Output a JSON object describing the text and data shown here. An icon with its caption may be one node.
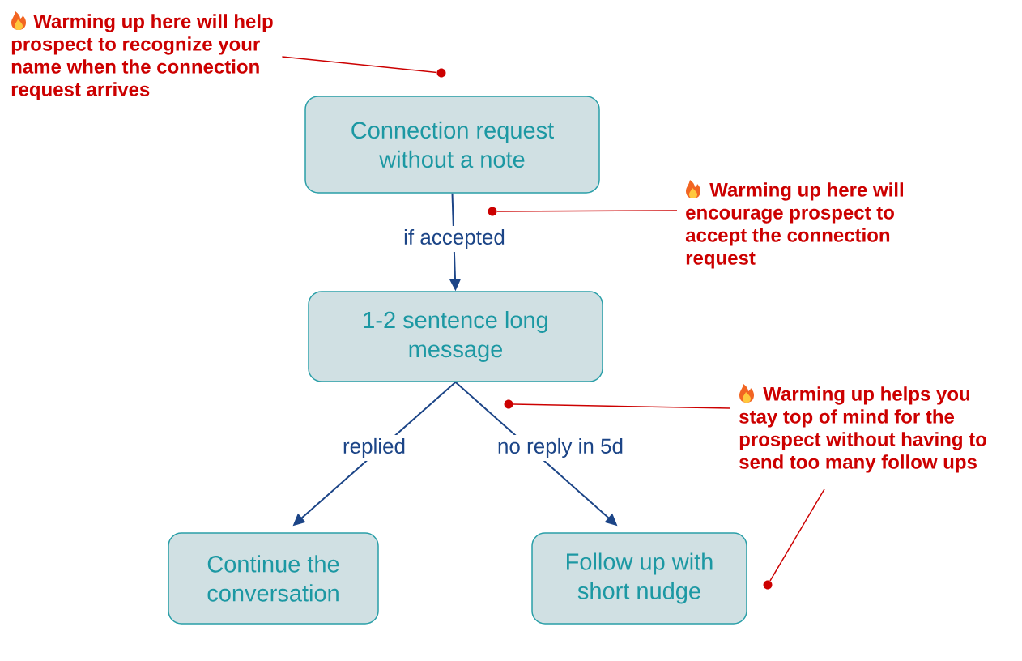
{
  "diagram": {
    "nodes": [
      {
        "text": [
          "Warming up here will help prospect to recognize your name when the connection request arrives"
        ]
      },
      {
        "text": [],
        "shape": "circle"
      },
      {
        "text": [
          "Connection request without a note"
        ]
      },
      {
        "text": [
          "Warming up here will encourage prospect to accept the connection request"
        ]
      },
      {
        "text": [],
        "shape": "circle"
      },
      {
        "text": [
          "1-2 sentence long message"
        ]
      },
      {
        "text": [
          "Warming up helps you stay top of mind for the prospect without having to send too many follow ups"
        ]
      },
      {
        "text": [],
        "shape": "circle"
      },
      {
        "text": [
          "Continue the conversation"
        ]
      },
      {
        "text": [
          "Follow up with short nudge"
        ]
      },
      {
        "text": [],
        "shape": "circle"
      }
    ],
    "edges": [
      {
        "from": 2,
        "to": 5,
        "arrow": "to",
        "label": "if accepted",
        "color": "#1c4587"
      },
      {
        "from": 5,
        "to": 8,
        "arrow": "to",
        "label": "replied",
        "color": "#1c4587"
      },
      {
        "from": 5,
        "to": 9,
        "arrow": "to",
        "label": "no reply in 5d",
        "color": "#1c4587"
      },
      {
        "from": 0,
        "to": 1,
        "arrow": "none"
      },
      {
        "from": 3,
        "to": 4,
        "arrow": "none"
      },
      {
        "from": 6,
        "to": 7,
        "arrow": "none"
      },
      {
        "from": 6,
        "to": 10,
        "arrow": "none"
      }
    ]
  }
}
